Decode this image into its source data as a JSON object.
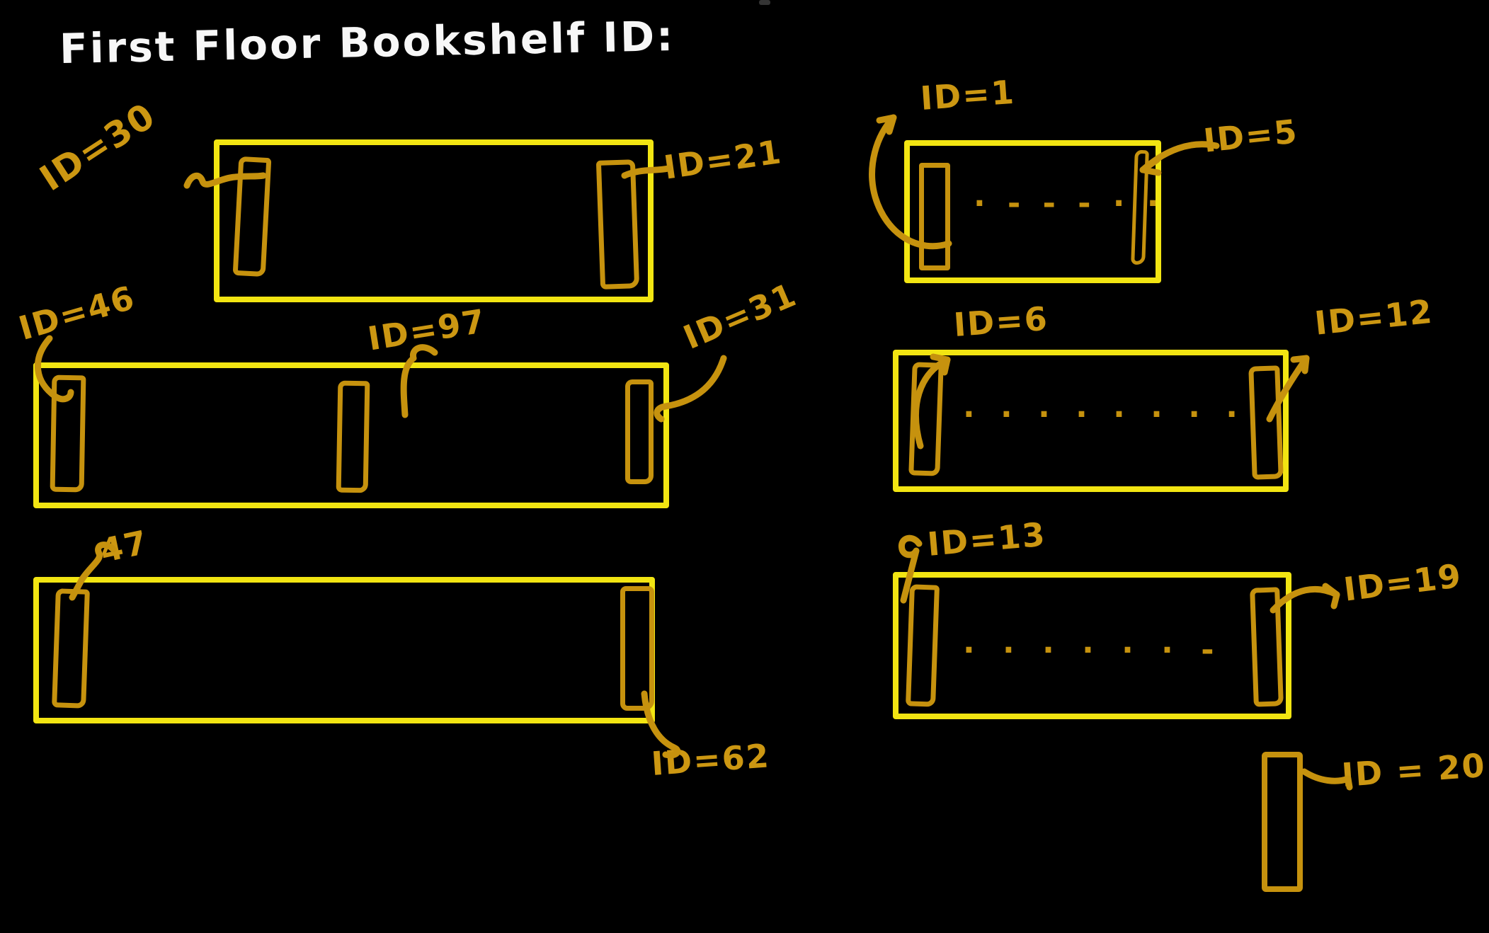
{
  "title": "First Floor Bookshelf ID:",
  "colors": {
    "background": "#000000",
    "shelf_border": "#f2e512",
    "marker_stroke": "#c6920e",
    "label_text": "#cc9712",
    "title_text": "#f7f7f7"
  },
  "shelves": [
    {
      "name": "top-left",
      "marker_labels": [
        "ID=30",
        "ID=21"
      ]
    },
    {
      "name": "middle-left",
      "marker_labels": [
        "ID=46",
        "ID=97",
        "ID=31"
      ]
    },
    {
      "name": "bottom-left",
      "marker_labels": [
        "47",
        "ID=62"
      ]
    },
    {
      "name": "top-right",
      "marker_labels": [
        "ID=1",
        "ID=5"
      ],
      "dots": "· - - - · ·"
    },
    {
      "name": "middle-right",
      "marker_labels": [
        "ID=6",
        "ID=12"
      ],
      "dots": "· · · · · · · ·"
    },
    {
      "name": "bottom-right",
      "marker_labels": [
        "ID=13",
        "ID=19"
      ],
      "dots": "· · · · · · -"
    },
    {
      "name": "standalone-marker",
      "marker_labels": [
        "ID = 20"
      ]
    }
  ]
}
